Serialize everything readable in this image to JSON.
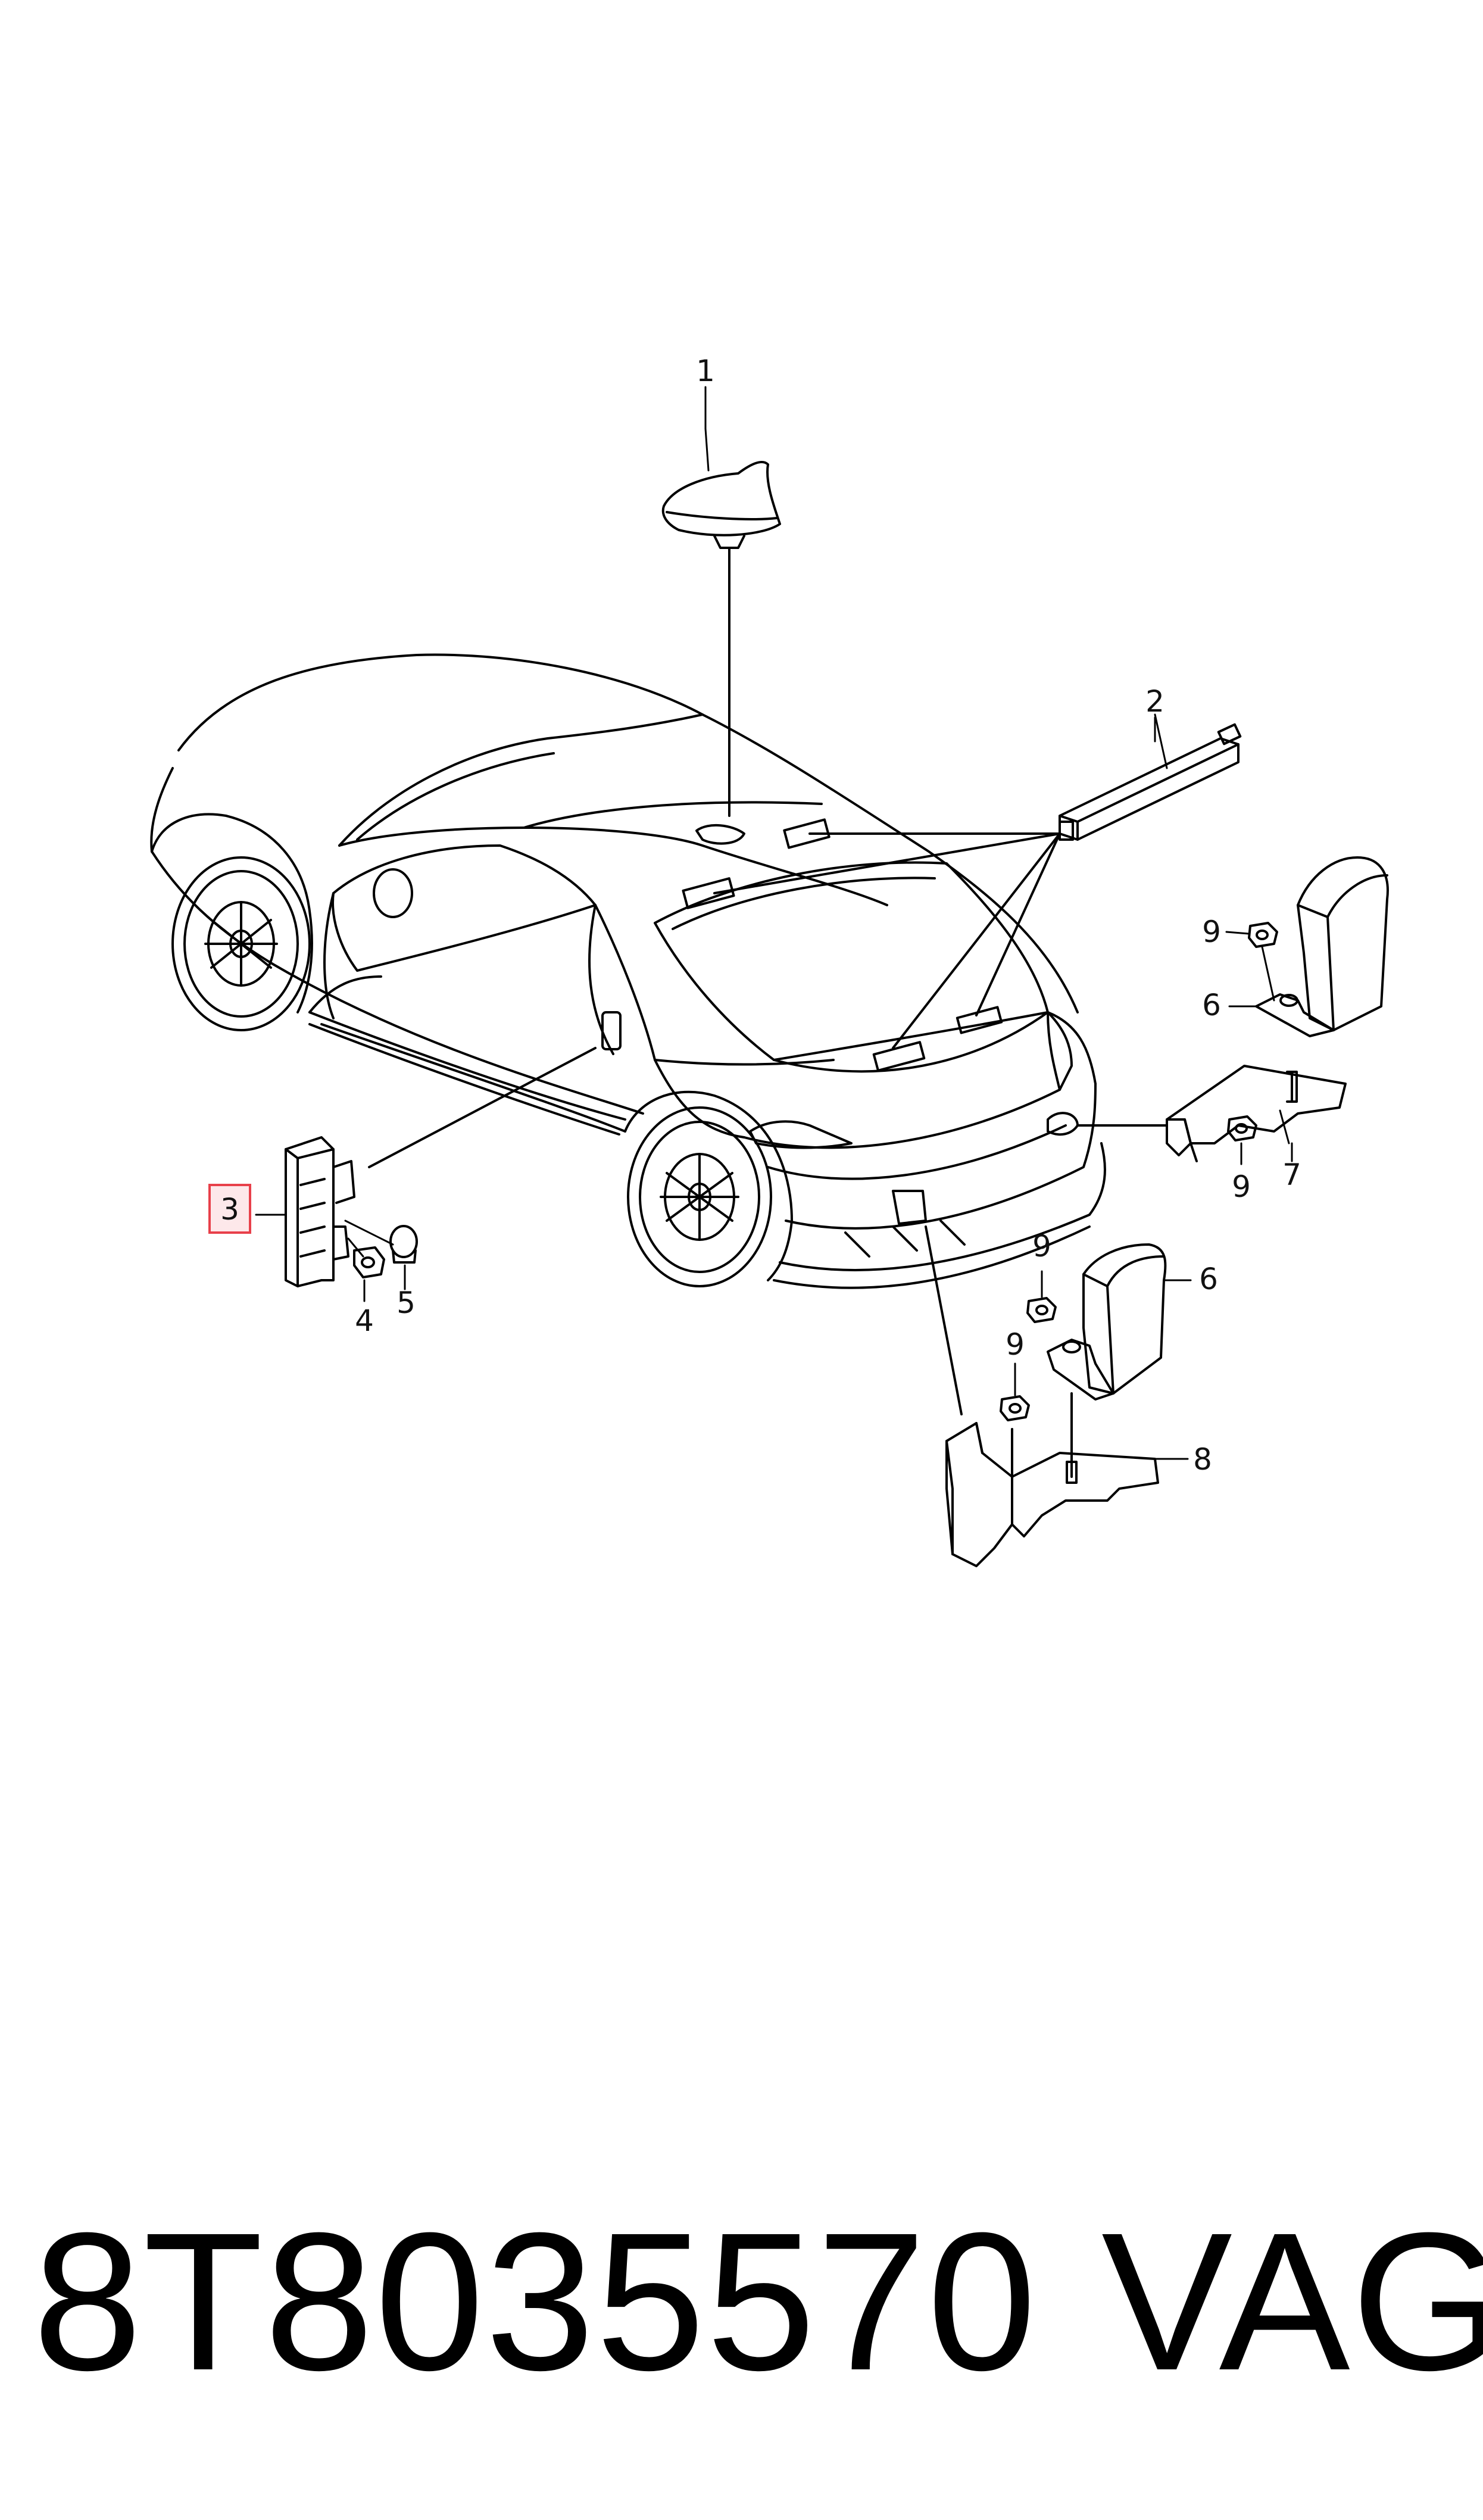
{
  "diagram": {
    "callouts": [
      {
        "id": "c1",
        "label": "1"
      },
      {
        "id": "c2",
        "label": "2"
      },
      {
        "id": "c3",
        "label": "3"
      },
      {
        "id": "c4",
        "label": "4"
      },
      {
        "id": "c5",
        "label": "5"
      },
      {
        "id": "c6a",
        "label": "6"
      },
      {
        "id": "c6b",
        "label": "6"
      },
      {
        "id": "c7",
        "label": "7"
      },
      {
        "id": "c8",
        "label": "8"
      },
      {
        "id": "c9a",
        "label": "9"
      },
      {
        "id": "c9b",
        "label": "9"
      },
      {
        "id": "c9c",
        "label": "9"
      },
      {
        "id": "c9d",
        "label": "9"
      }
    ],
    "highlight_color": "#e8404a",
    "line_color": "#000000"
  },
  "footer": {
    "part_number": "8T8035570",
    "brand": "VAG"
  }
}
